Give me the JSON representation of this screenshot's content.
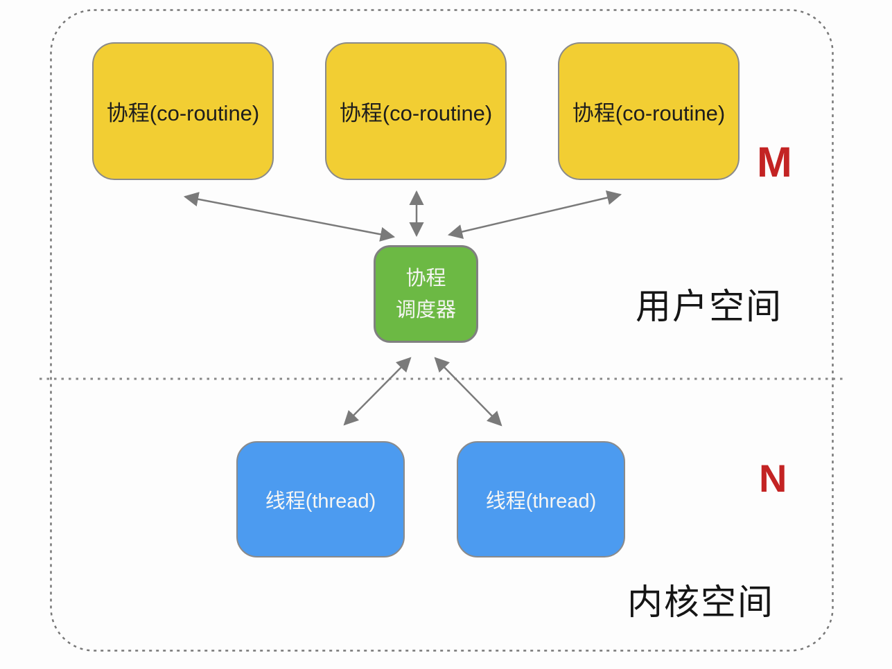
{
  "diagram": {
    "coroutines": [
      {
        "label": "协程(co-routine)"
      },
      {
        "label": "协程(co-routine)"
      },
      {
        "label": "协程(co-routine)"
      }
    ],
    "scheduler": {
      "line1": "协程",
      "line2": "调度器"
    },
    "threads": [
      {
        "label": "线程(thread)"
      },
      {
        "label": "线程(thread)"
      }
    ],
    "annotations": {
      "coroutine_count": "M",
      "thread_count": "N",
      "user_space": "用户空间",
      "kernel_space": "内核空间"
    },
    "colors": {
      "coroutine_fill": "#f2ce33",
      "scheduler_fill": "#6cb944",
      "thread_fill": "#4c9bf0",
      "annotation_red": "#c32323",
      "arrow_gray": "#7a7a7a",
      "box_border_gray": "#8a8a8a",
      "dashed_border_gray": "#777777",
      "coroutine_text": "#1d1d1d",
      "scheduler_text": "#f6f6f4",
      "thread_text": "#f6f6f4"
    }
  }
}
